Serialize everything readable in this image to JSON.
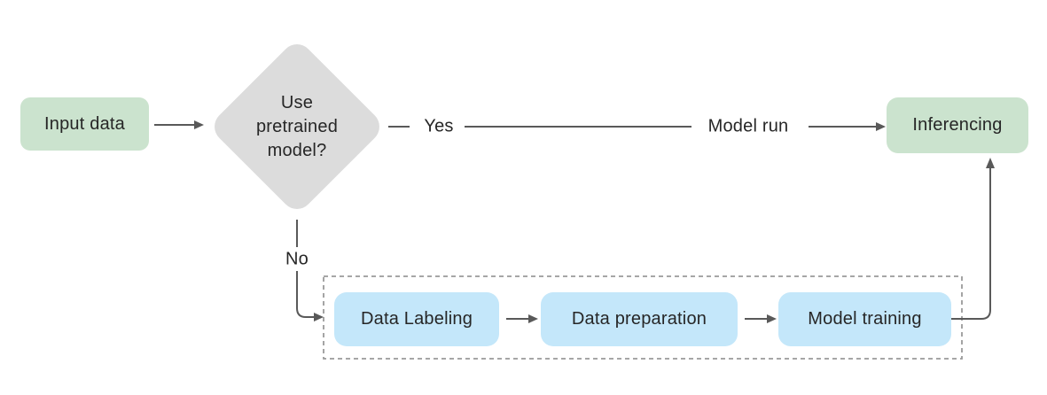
{
  "colors": {
    "background": "#ffffff",
    "node-green": "#cbe3ce",
    "node-blue": "#c4e7fa",
    "node-gray": "#dcdcdc",
    "line": "#595959",
    "dash": "#9a9a9a",
    "text": "#262626"
  },
  "flowchart": {
    "nodes": {
      "input_data": "Input data",
      "decision": "Use pretrained model?",
      "inferencing": "Inferencing",
      "data_labeling": "Data Labeling",
      "data_preparation": "Data preparation",
      "model_training": "Model training"
    },
    "edge_labels": {
      "yes": "Yes",
      "no": "No",
      "model_run": "Model run"
    }
  }
}
